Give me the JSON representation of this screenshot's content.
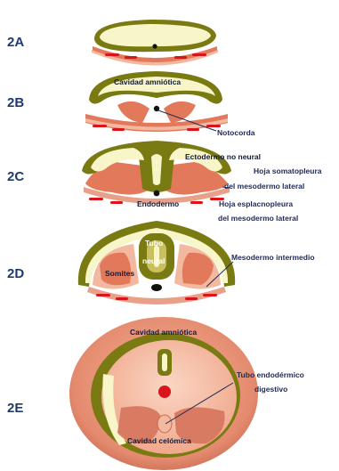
{
  "panels": {
    "p2a": "2A",
    "p2b": "2B",
    "p2c": "2C",
    "p2d": "2D",
    "p2e": "2E"
  },
  "labels": {
    "cavidad_amniotica_b": "Cavidad amniótica",
    "notocorda": "Notocorda",
    "ectodermo_no_neural": "Ectodermo no neural",
    "hoja_somato_1": "Hoja somatopleura",
    "hoja_somato_2": "del mesodermo lateral",
    "endodermo": "Endodermo",
    "hoja_esplac_1": "Hoja esplacnopleura",
    "hoja_esplac_2": "del mesodermo lateral",
    "tubo_neural_1": "Tubo",
    "tubo_neural_2": "neural",
    "somites": "Somites",
    "mesodermo_intermedio": "Mesodermo intermedio",
    "cavidad_amniotica_e": "Cavidad amniótica",
    "tubo_endo_1": "Tubo endodérmico",
    "tubo_endo_2": "digestivo",
    "cavidad_celomica": "Cavidad celómica"
  },
  "colors": {
    "yolk_fill": "#f8f5c8",
    "ectoderm": "#7a7a12",
    "mesoderm": "#e2795a",
    "mesoderm_light": "#f2b8a0",
    "endoderm_red": "#d9141a",
    "label_text": "#1f2a55",
    "panel_label": "#1f3a6e"
  }
}
